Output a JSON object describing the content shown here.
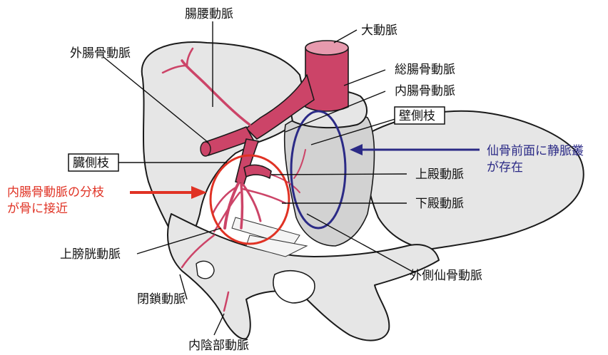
{
  "labels": {
    "lumbar_artery": "腸腰動脈",
    "aorta": "大動脈",
    "external_iliac": "外腸骨動脈",
    "common_iliac": "総腸骨動脈",
    "internal_iliac": "内腸骨動脈",
    "parietal_branch": "壁側枝",
    "visceral_branch": "臓側枝",
    "superior_gluteal": "上殿動脈",
    "inferior_gluteal": "下殿動脈",
    "superior_vesical": "上膀胱動脈",
    "lateral_sacral": "外側仙骨動脈",
    "obturator": "閉鎖動脈",
    "internal_pudendal": "内陰部動脈"
  },
  "annotations": {
    "red_line1": "内腸骨動脈の分枝",
    "red_line2": "が骨に接近",
    "blue_line1": "仙骨前面に静脈叢",
    "blue_line2": "が存在"
  },
  "colors": {
    "artery": "#cc4468",
    "bone": "#e6e6e6",
    "red_annotation": "#e03224",
    "blue_annotation": "#2b2a86"
  }
}
